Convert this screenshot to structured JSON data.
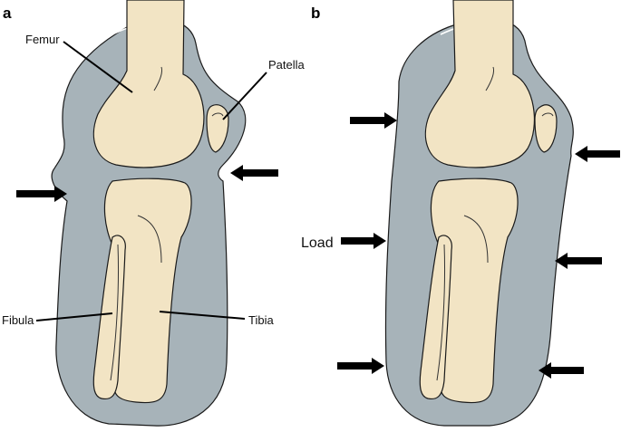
{
  "panels": {
    "a": {
      "letter": "a"
    },
    "b": {
      "letter": "b"
    }
  },
  "labels": {
    "femur": "Femur",
    "patella": "Patella",
    "fibula": "Fibula",
    "tibia": "Tibia",
    "load": "Load"
  },
  "colors": {
    "soft_tissue": "#a7b3b9",
    "bone": "#f2e4c4",
    "arrow": "#000000"
  }
}
